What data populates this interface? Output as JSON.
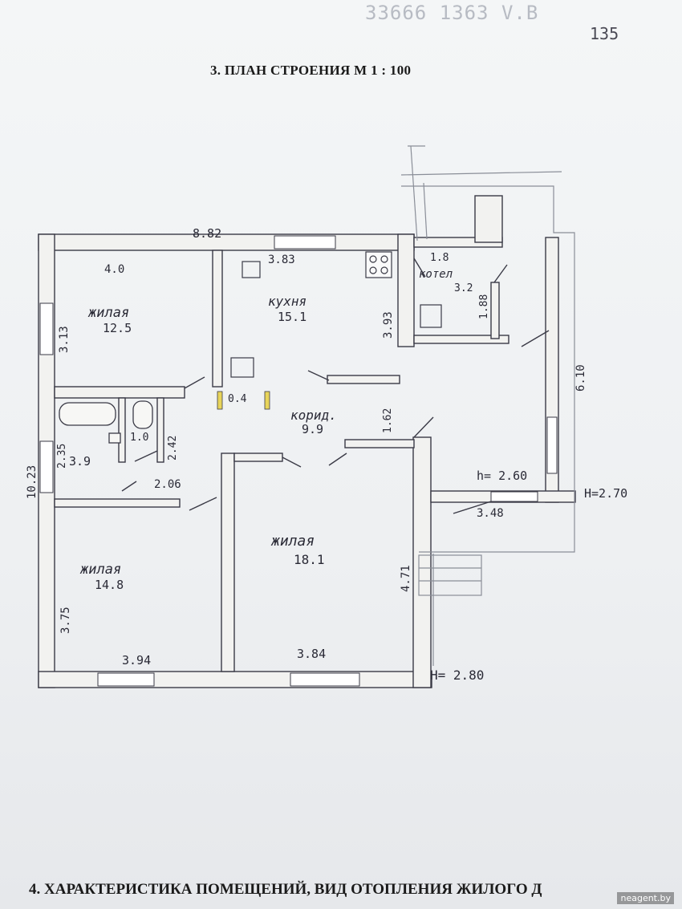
{
  "header": {
    "reference_number": "33666 1363  V.B",
    "page_number": "135",
    "title": "3. ПЛАН СТРОЕНИЯ М 1 : 100"
  },
  "plan": {
    "overall_width": "8.82",
    "overall_depth": "10.23",
    "rooms": {
      "living_1": {
        "name": "жилая",
        "area": "12.5",
        "width": "4.0",
        "depth": "3.13"
      },
      "kitchen": {
        "name": "кухня",
        "area": "15.1",
        "width": "3.83",
        "depth": "3.93"
      },
      "boiler": {
        "name": "котел",
        "area": "3.2",
        "width": "1.8",
        "depth": "1.88"
      },
      "corridor": {
        "name": "корид.",
        "area": "9.9",
        "width": "1.62",
        "niche": "0.4"
      },
      "bathroom": {
        "area": "3.9",
        "depth": "2.35"
      },
      "wc": {
        "area": "1.0",
        "depth": "2.42"
      },
      "hall_width": "2.06",
      "living_2": {
        "name": "жилая",
        "area": "18.1",
        "width": "3.84",
        "depth": "4.71"
      },
      "living_3": {
        "name": "жилая",
        "area": "14.8",
        "width": "3.94",
        "depth": "3.75"
      },
      "veranda": {
        "width": "3.48",
        "depth": "6.10"
      }
    },
    "heights": {
      "veranda_inner": "h= 2.60",
      "veranda_outer": "H=2.70",
      "main": "H= 2.80"
    }
  },
  "footer": {
    "section_title": "4. ХАРАКТЕРИСТИКА ПОМЕЩЕНИЙ, ВИД ОТОПЛЕНИЯ ЖИЛОГО Д"
  },
  "watermark": "neagent.by"
}
